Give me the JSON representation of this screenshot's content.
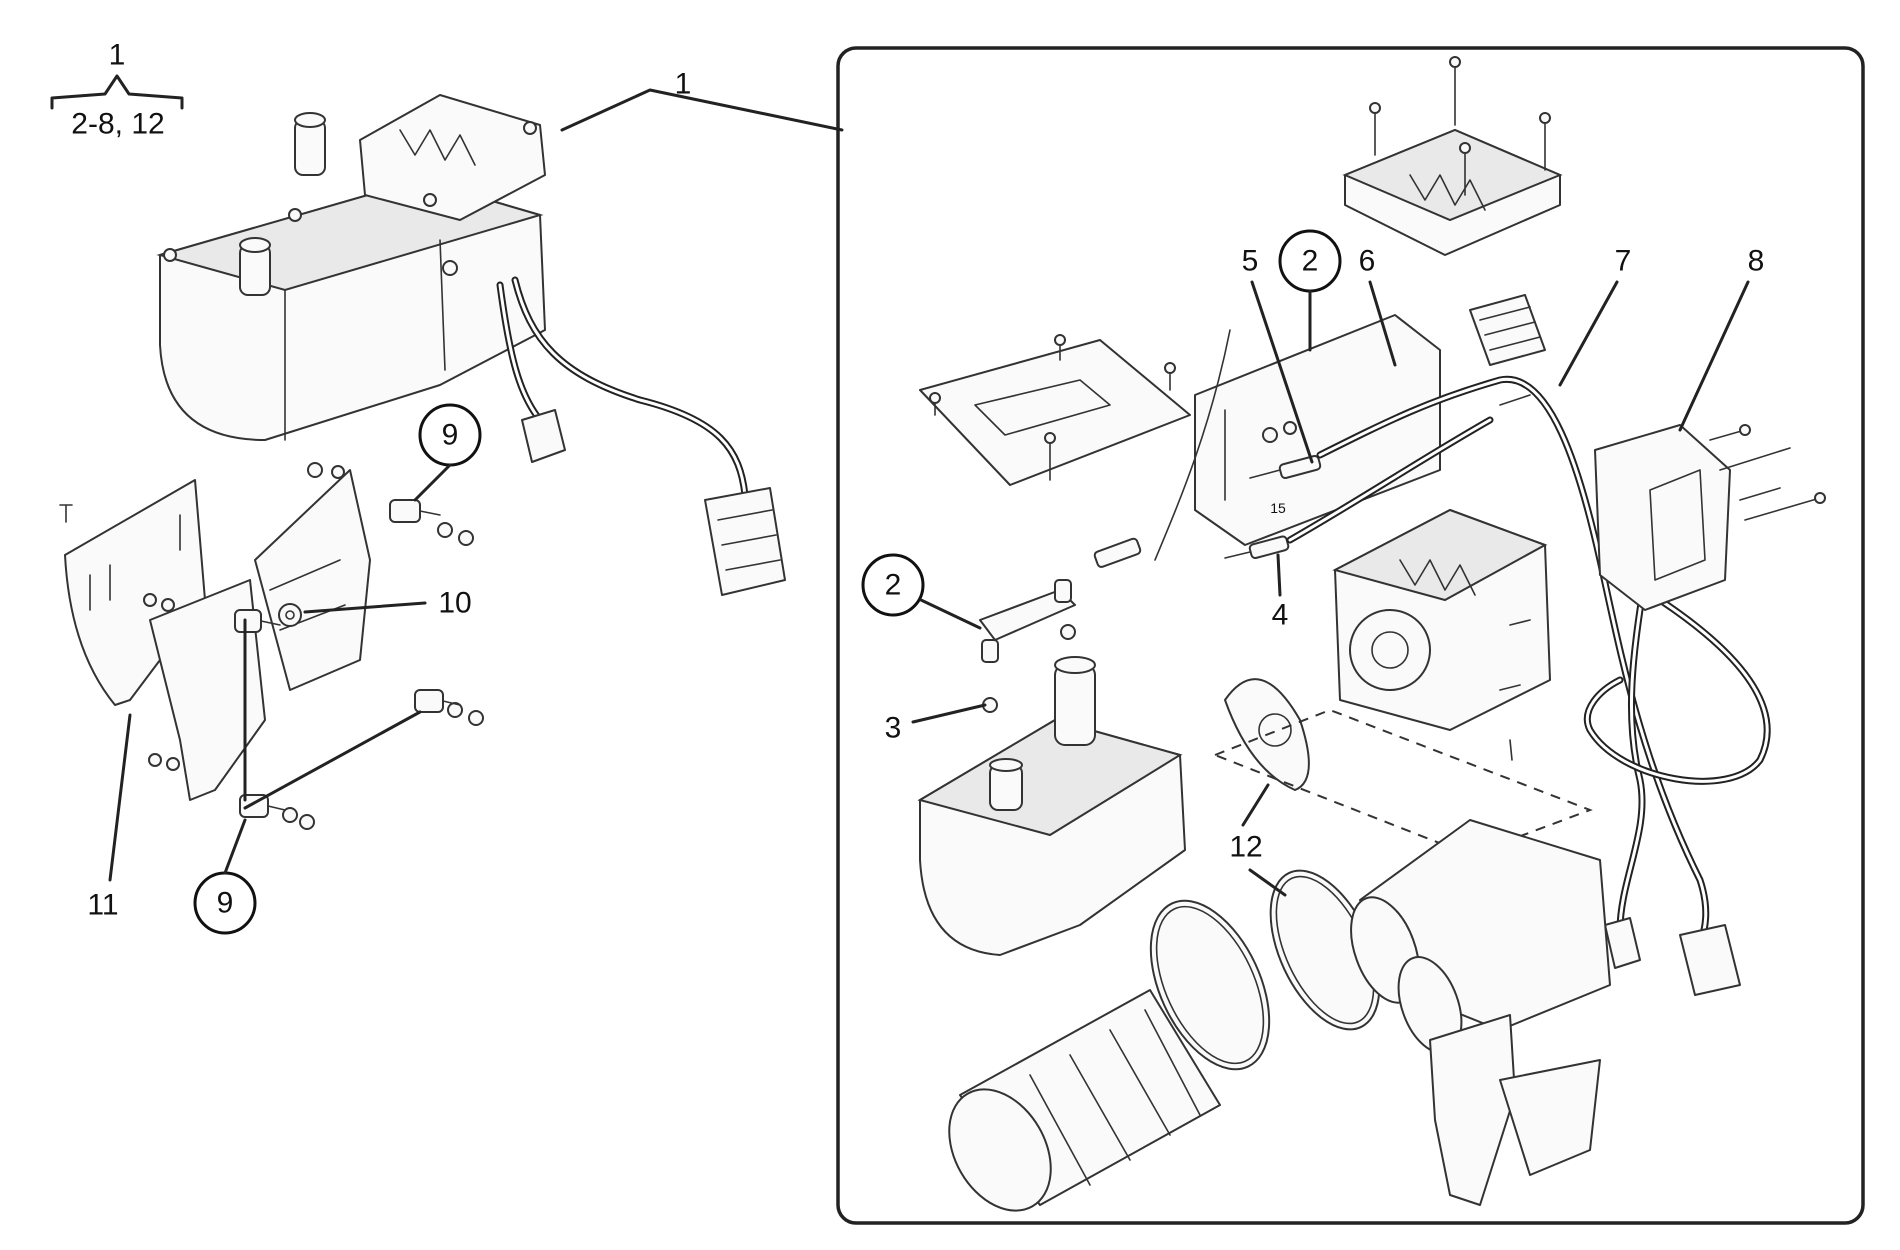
{
  "group_header": {
    "top": "1",
    "bottom": "2-8, 12"
  },
  "callouts": {
    "c1": "1",
    "c2a": "2",
    "c2b": "2",
    "c3": "3",
    "c4": "4",
    "c5": "5",
    "c6": "6",
    "c7": "7",
    "c8": "8",
    "c9a": "9",
    "c9b": "9",
    "c10": "10",
    "c11": "11",
    "c12": "12"
  },
  "part_marks": {
    "sensor_stamp": "15"
  }
}
